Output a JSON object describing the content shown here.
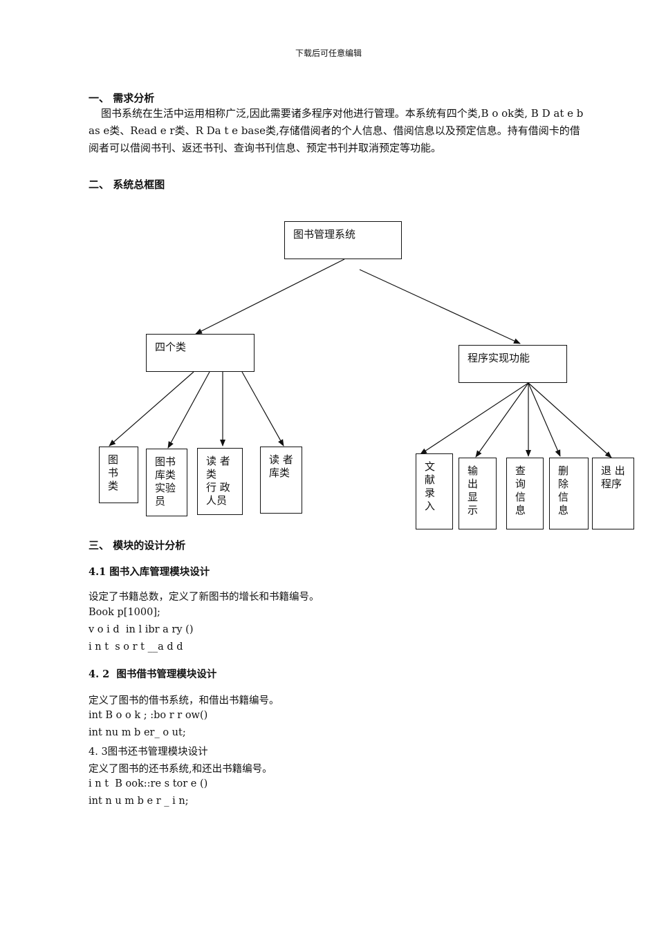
{
  "header": "下载后可任意编辑",
  "sections": {
    "s1_title": "一、 需求分析",
    "s1_text": "图书系统在生活中运用相称广泛,因此需要诸多程序对他进行管理。本系统有四个类,B o ok类, B D at e b as e类、Read e r类、R Da t e base类,存储借阅者的个人信息、借阅信息以及预定信息。持有借阅卡的借阅者可以借阅书刊、返还书刊、查询书刊信息、预定书刊并取消预定等功能。",
    "s2_title": "二、 系统总框图",
    "s3_title": "三、 模块的设计分析"
  },
  "diagram": {
    "root": "图书管理系统",
    "left": "四个类",
    "right": "程序实现功能",
    "left_children": [
      "图\n书\n类",
      "图书\n库类\n实验\n员",
      "读 者\n类\n行 政\n人员",
      "读 者\n库类"
    ],
    "right_children": [
      "文\n献\n录\n入",
      "输\n出\n显\n示",
      "查\n询\n信\n息",
      "删\n除\n信\n息",
      "退 出\n程序"
    ]
  },
  "modules": {
    "m1_title": "4.1 图书入库管理模块设计",
    "m1_lines": [
      "设定了书籍总数，定义了新图书的增长和书籍编号。",
      "Book p[1000];",
      "v o i d  in l ibr a ry ()",
      "i n t  s o r t __a d d"
    ],
    "m2_title": "4. 2  图书借书管理模块设计",
    "m2_lines": [
      "定义了图书的借书系统，和借出书籍编号。",
      "int B o o k ; :bo r r ow()",
      "int nu m b er_ o ut;"
    ],
    "m3_title": "4. 3图书还书管理模块设计",
    "m3_lines": [
      "定义了图书的还书系统,和还出书籍编号。",
      "i n t  B ook::re s tor e ()",
      "int n u m b e r _ i n;"
    ]
  }
}
